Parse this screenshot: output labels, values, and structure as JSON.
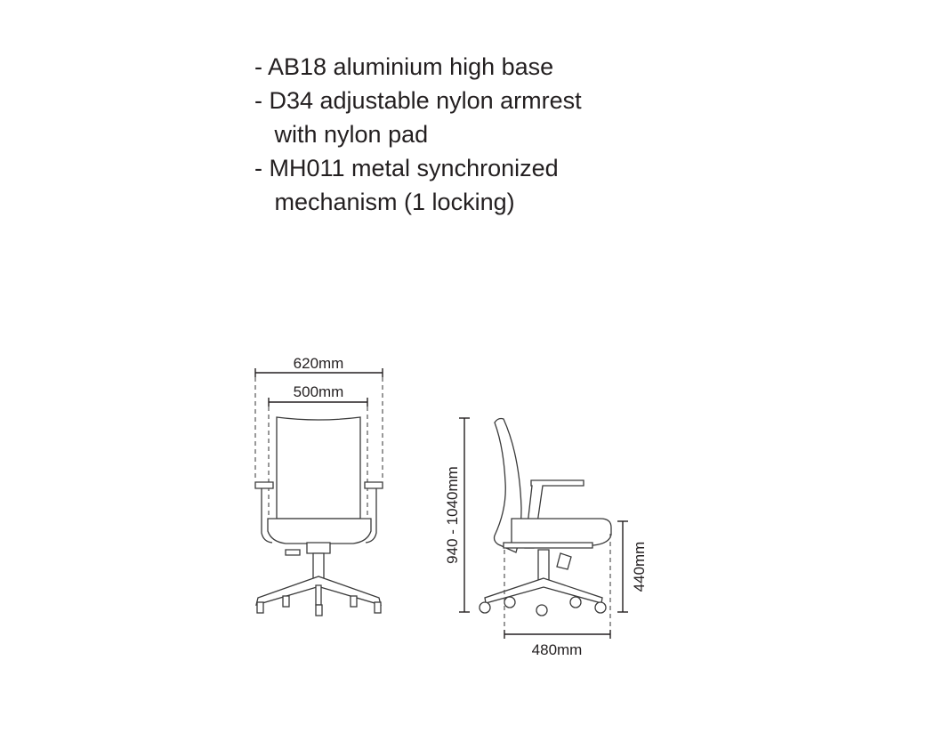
{
  "specs": [
    "- AB18 aluminium high base",
    "- D34 adjustable nylon armrest",
    "   with nylon pad",
    "- MH011 metal synchronized",
    "   mechanism (1 locking)"
  ],
  "dimensions": {
    "overall_width": "620mm",
    "back_width": "500mm",
    "height": "940 - 1040mm",
    "seat_height": "440mm",
    "depth": "480mm"
  }
}
